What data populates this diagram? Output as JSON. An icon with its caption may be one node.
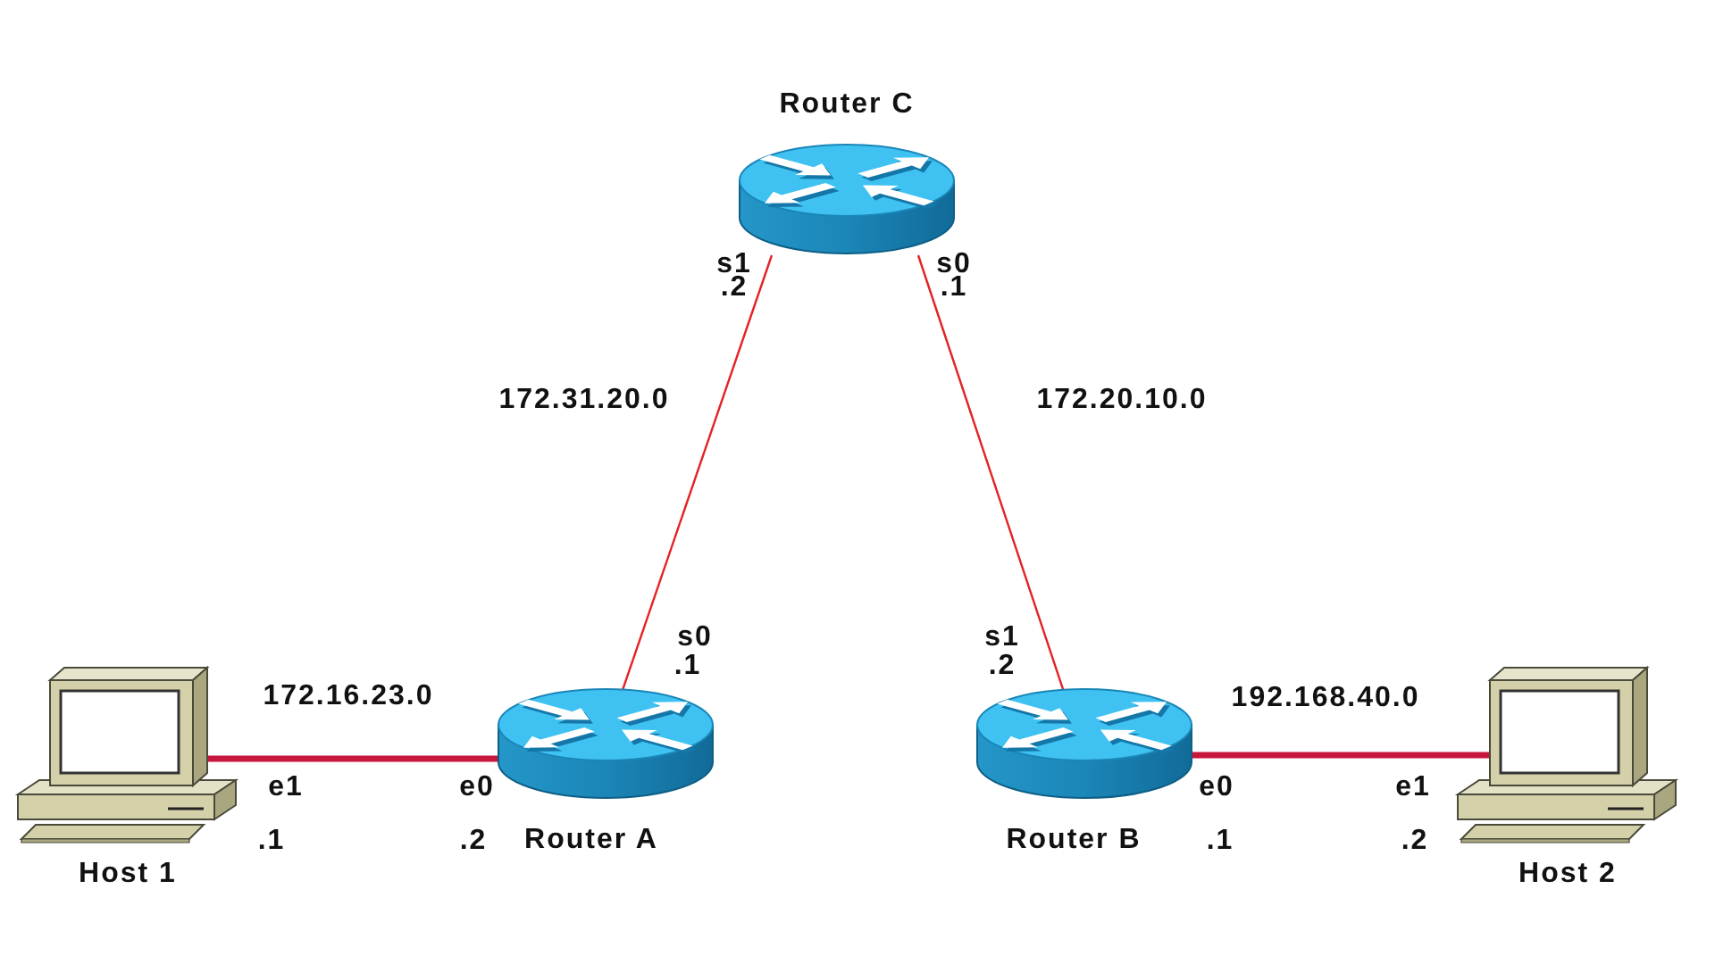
{
  "diagram": {
    "nodes": [
      {
        "text": [
          "Router C"
        ]
      },
      {
        "text": [
          "Host 1"
        ]
      },
      {
        "text": [
          "Router A"
        ]
      },
      {
        "text": [
          "Router B"
        ]
      },
      {
        "text": [
          "Host 2"
        ]
      }
    ],
    "edges": [
      {
        "from": 1,
        "to": 2,
        "arrow": "none",
        "label": "172.16.23.0",
        "style": "thick",
        "color": "#c8173c"
      },
      {
        "from": 2,
        "to": 0,
        "arrow": "none",
        "label": "172.31.20.0"
      },
      {
        "from": 0,
        "to": 3,
        "arrow": "none",
        "label": "172.20.10.0"
      },
      {
        "from": 3,
        "to": 4,
        "arrow": "none",
        "label": "192.168.40.0",
        "style": "thick",
        "color": "#c8173c"
      }
    ],
    "labels": [
      "s1",
      "s0",
      ".2",
      ".1",
      "s0",
      "s1",
      ".1",
      ".2",
      "e1",
      "e0",
      "e0",
      "e1",
      ".1",
      ".2",
      ".1",
      ".2"
    ]
  }
}
